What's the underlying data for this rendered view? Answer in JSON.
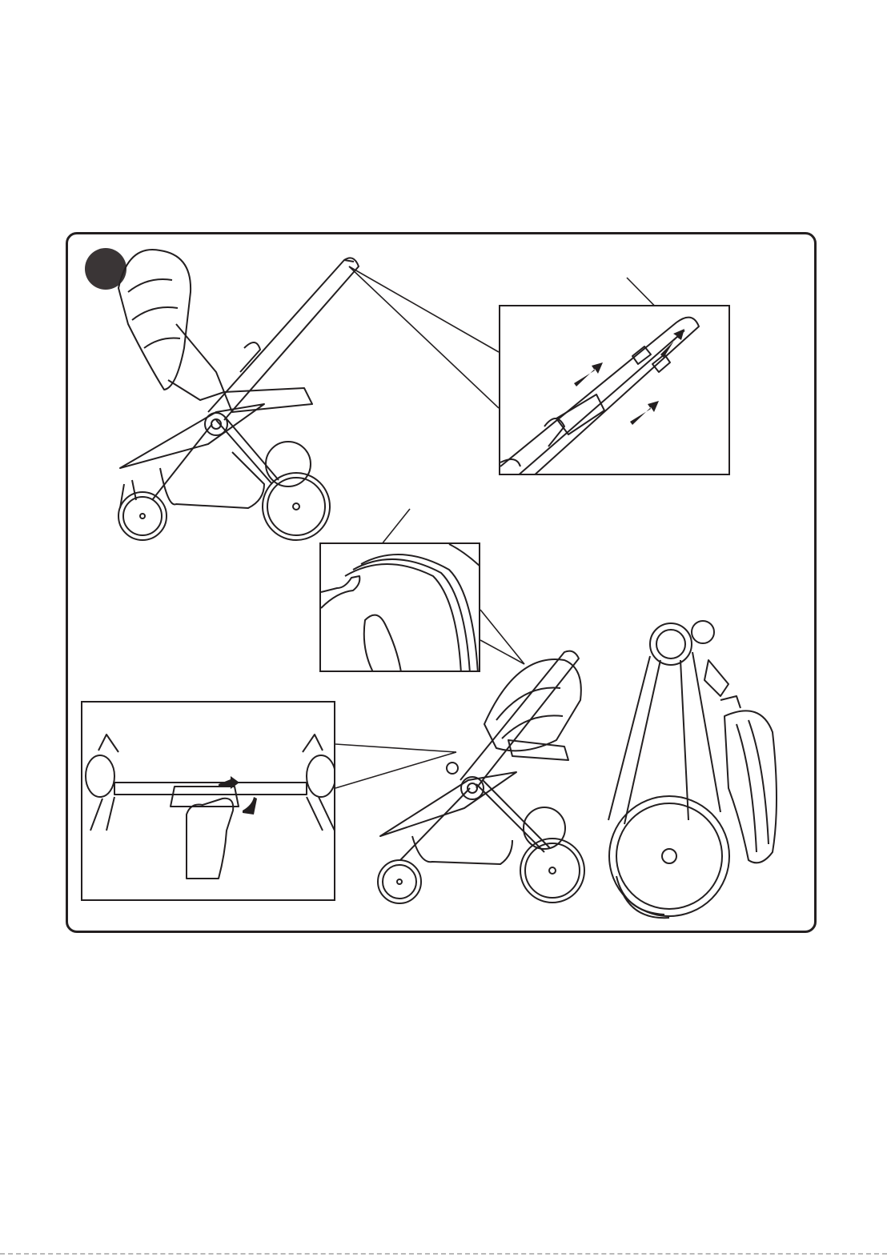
{
  "page": {
    "step_marker": {
      "fill": "#3a3536",
      "text": ""
    },
    "line_color": "#231f20"
  },
  "figures": [
    {
      "id": "stroller-open",
      "text": ""
    },
    {
      "id": "handle-detail",
      "text": ""
    },
    {
      "id": "lock-detail",
      "text": ""
    },
    {
      "id": "bar-detail",
      "text": ""
    },
    {
      "id": "stroller-folding",
      "text": ""
    },
    {
      "id": "stroller-folded",
      "text": ""
    }
  ]
}
